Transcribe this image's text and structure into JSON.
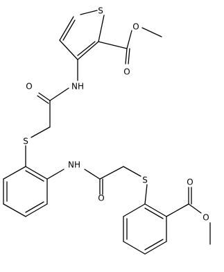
{
  "atoms": {
    "s_thiophene": "S",
    "o_ester1_carbonyl": "O",
    "o_ester1_ether": "O",
    "nh_upper": "NH",
    "o_amide_upper": "O",
    "s_thioether_left": "S",
    "nh_lower": "NH",
    "o_amide_lower": "O",
    "s_thioether_right": "S",
    "o_ester2_carbonyl": "O",
    "o_ester2_ether": "O"
  },
  "colors": {
    "bond": "#000000",
    "label": "#000000",
    "background": "#ffffff"
  }
}
